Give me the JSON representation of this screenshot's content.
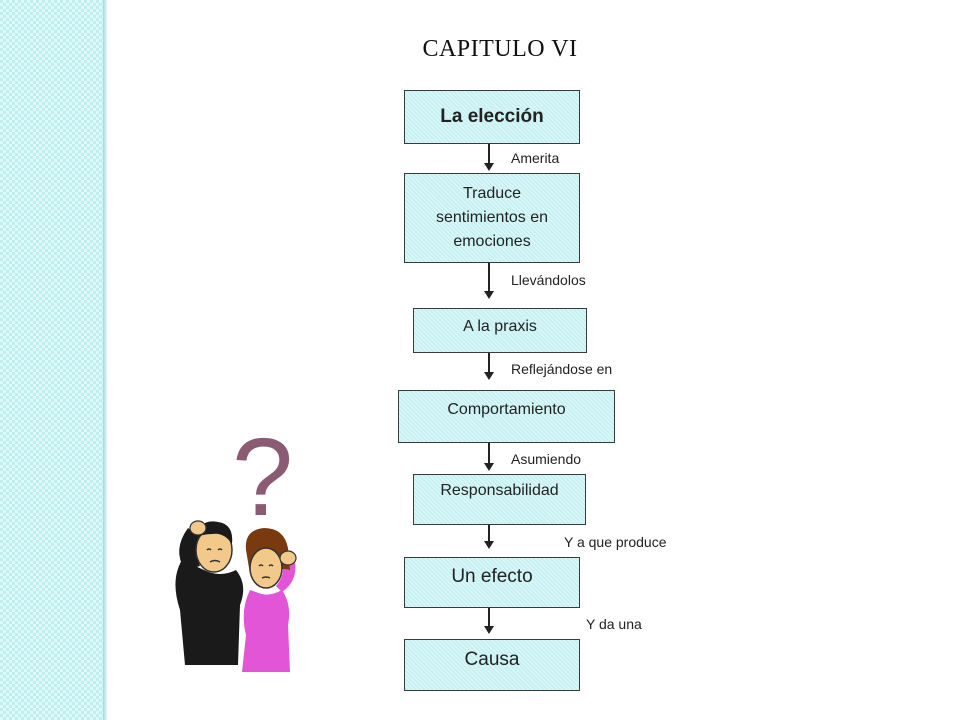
{
  "title": "CAPITULO VI",
  "nodes": [
    {
      "id": "eleccion",
      "label": "La elección"
    },
    {
      "id": "traduce",
      "label_lines": [
        "Traduce",
        "sentimientos en",
        "emociones"
      ]
    },
    {
      "id": "praxis",
      "label": "A la praxis"
    },
    {
      "id": "comportamiento",
      "label": "Comportamiento"
    },
    {
      "id": "responsabilidad",
      "label": "Responsabilidad"
    },
    {
      "id": "efecto",
      "label": "Un efecto"
    },
    {
      "id": "causa",
      "label": "Causa"
    }
  ],
  "edges": [
    {
      "from": "eleccion",
      "to": "traduce",
      "label": "Amerita"
    },
    {
      "from": "traduce",
      "to": "praxis",
      "label": "Llevándolos"
    },
    {
      "from": "praxis",
      "to": "comportamiento",
      "label": "Reflejándose en"
    },
    {
      "from": "comportamiento",
      "to": "responsabilidad",
      "label": "Asumiendo"
    },
    {
      "from": "responsabilidad",
      "to": "efecto",
      "label": "Y a que produce"
    },
    {
      "from": "efecto",
      "to": "causa",
      "label": "Y da una"
    }
  ],
  "illustration": {
    "symbol": "?",
    "icon": "confused-people-icon",
    "colors": {
      "question_mark": "#8a5b73",
      "man_shirt": "#1a1a1a",
      "woman_shirt": "#e255d6",
      "skin": "#f3c98b"
    }
  },
  "colors": {
    "node_fill": "#c6f1f2",
    "node_border": "#3a3a3a",
    "side_panel": "#bdeff0"
  }
}
